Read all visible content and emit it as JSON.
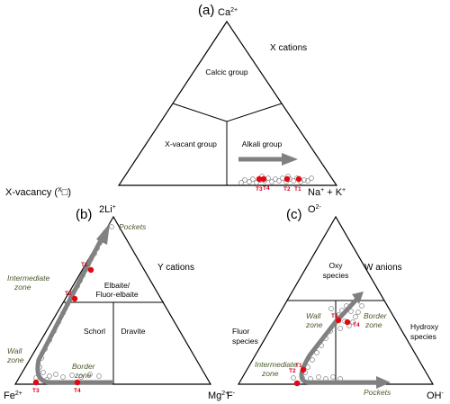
{
  "panel_a": {
    "letter": "(a)",
    "top_vertex": {
      "base": "Ca",
      "sup": "2+"
    },
    "left_vertex": "X-vacancy (",
    "left_vertex_box": "X",
    "left_vertex_end": ")",
    "right_vertex": {
      "base1": "Na",
      "sup1": "+",
      "mid": " + K",
      "sup2": "+"
    },
    "title": "X cations",
    "fields": [
      "Calcic group",
      "X-vacant group",
      "Alkali group"
    ],
    "samples": [
      "T3",
      "T4",
      "T2",
      "T1"
    ]
  },
  "panel_b": {
    "letter": "(b)",
    "top_vertex": {
      "base": "2Li",
      "sup": "+"
    },
    "left_vertex": {
      "base": "Fe",
      "sup": "2+"
    },
    "right_vertex": {
      "base": "Mg",
      "sup": "2+"
    },
    "title": "Y cations",
    "fields": [
      "Elbaite/",
      "Fluor-elbaite",
      "Schorl",
      "Dravite"
    ],
    "annotations": [
      "Pockets",
      "Intermediate",
      "zone",
      "Wall",
      "zone",
      "Border",
      "zone"
    ],
    "samples": [
      "T1",
      "T2",
      "T3",
      "T4"
    ]
  },
  "panel_c": {
    "letter": "(c)",
    "top_vertex": {
      "base": "O",
      "sup": "2-"
    },
    "left_vertex": {
      "base": "F",
      "sup": "-"
    },
    "right_vertex": {
      "base": "OH",
      "sup": "-"
    },
    "title": "W anions",
    "fields": [
      "Oxy",
      "species",
      "Fluor",
      "species",
      "Hydroxy",
      "species"
    ],
    "annotations": [
      "Wall",
      "zone",
      "Border",
      "zone",
      "Intermediate",
      "zone",
      "Pockets"
    ],
    "samples": [
      "T3",
      "T4",
      "T1",
      "T2"
    ]
  },
  "colors": {
    "sample_point": "#e30613",
    "trend_arrow": "#808080",
    "line": "#000000",
    "annotation": "#4a5a2a"
  }
}
